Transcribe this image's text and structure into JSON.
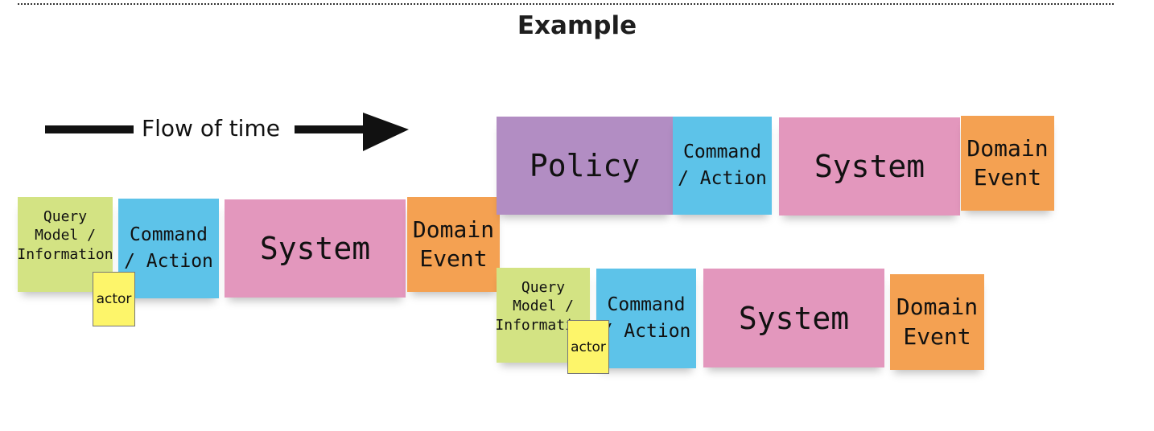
{
  "title": "Example",
  "flow_label": "Flow of time",
  "colors": {
    "query": "#d3e383",
    "command": "#5dc3e9",
    "system": "#e397bd",
    "event": "#f4a152",
    "policy": "#b28dc3",
    "actor": "#fdf56a"
  },
  "row1": {
    "query": "Query\nModel /\nInformation",
    "command": "Command\n/ Action",
    "system": "System",
    "event": "Domain\nEvent",
    "actor": "actor"
  },
  "top_branch": {
    "policy": "Policy",
    "command": "Command\n/ Action",
    "system": "System",
    "event": "Domain\nEvent"
  },
  "bottom_branch": {
    "query": "Query\nModel /\nInformation",
    "command": "Command\n/ Action",
    "system": "System",
    "event": "Domain\nEvent",
    "actor": "actor"
  }
}
